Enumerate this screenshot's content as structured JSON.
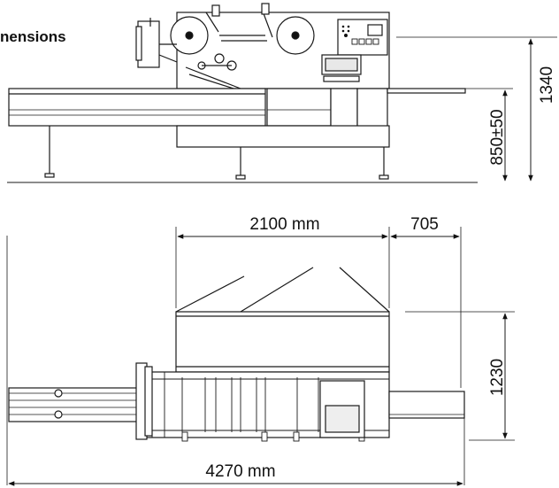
{
  "heading": "nensions",
  "dimensions": {
    "total_height": "1340",
    "table_height": "850±50",
    "section_length": "2100 mm",
    "outfeed_length": "705",
    "width": "1230",
    "total_length": "4270 mm"
  },
  "colors": {
    "line": "#1a1a1a",
    "fill": "#ffffff",
    "shade": "#d9d9d9"
  }
}
